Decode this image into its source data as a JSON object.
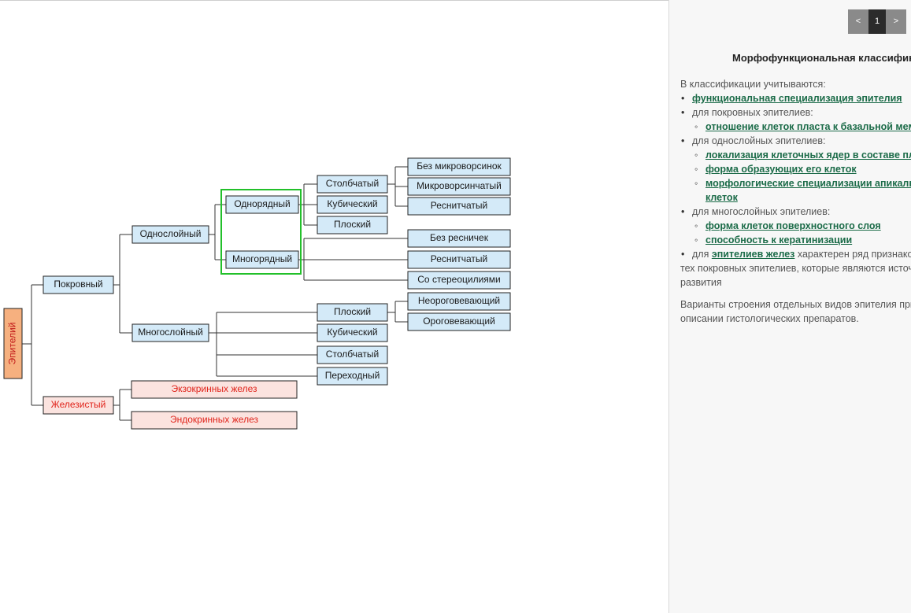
{
  "diagram": {
    "root": "Эпителий",
    "level1": [
      "Покровный",
      "Железистый"
    ],
    "pokrovny": [
      "Однослойный",
      "Многослойный"
    ],
    "odnosloiny": [
      "Однорядный",
      "Многорядный"
    ],
    "odnoryadny": [
      "Столбчатый",
      "Кубический",
      "Плоский"
    ],
    "stolbchaty_types": [
      "Без микроворсинок",
      "Микроворсинчатый",
      "Реснитчатый"
    ],
    "mnogoryadny": [
      "Без ресничек",
      "Реснитчатый",
      "Со стереоцилиями"
    ],
    "mnogosloiny": [
      "Плоский",
      "Кубический",
      "Столбчатый",
      "Переходный"
    ],
    "ploskiy_types": [
      "Неороговевающий",
      "Ороговевающий"
    ],
    "zhelezisty": [
      "Экзокринных желез",
      "Эндокринных желез"
    ],
    "highlight_color": "#22c02a"
  },
  "panel": {
    "pager": {
      "prev": "<",
      "current": "1",
      "next": ">"
    },
    "title": "Морфофункциональная классификация эпителиев",
    "intro": "В классификации учитываются:",
    "items": {
      "i1_link": "функциональная специализация эпителия",
      "i2_text": "для покровных эпителиев:",
      "i2a_link": "отношение клеток пласта к базальной мембране",
      "i3_text": "для однослойных эпителиев:",
      "i3a_link": "локализация клеточных ядер в составе пласта",
      "i3b_link": "форма образующих его клеток",
      "i3c_link_l1": "морфологические специализации апикальной поверхности",
      "i3c_link_l2": "клеток",
      "i4_text": "для многослойных эпителиев:",
      "i4a_link": "форма клеток поверхностного слоя",
      "i4b_link": "способность к кератинизации",
      "i5_pre": "для ",
      "i5_link": "эпителиев желез",
      "i5_post": " характерен ряд признаков,",
      "i5_l2": "тех покровных эпителиев, которые являются источником их",
      "i5_l3": "развития"
    },
    "outro_l1": "Варианты строения отдельных видов эпителия приводятся при",
    "outro_l2": "описании гистологических препаратов."
  }
}
